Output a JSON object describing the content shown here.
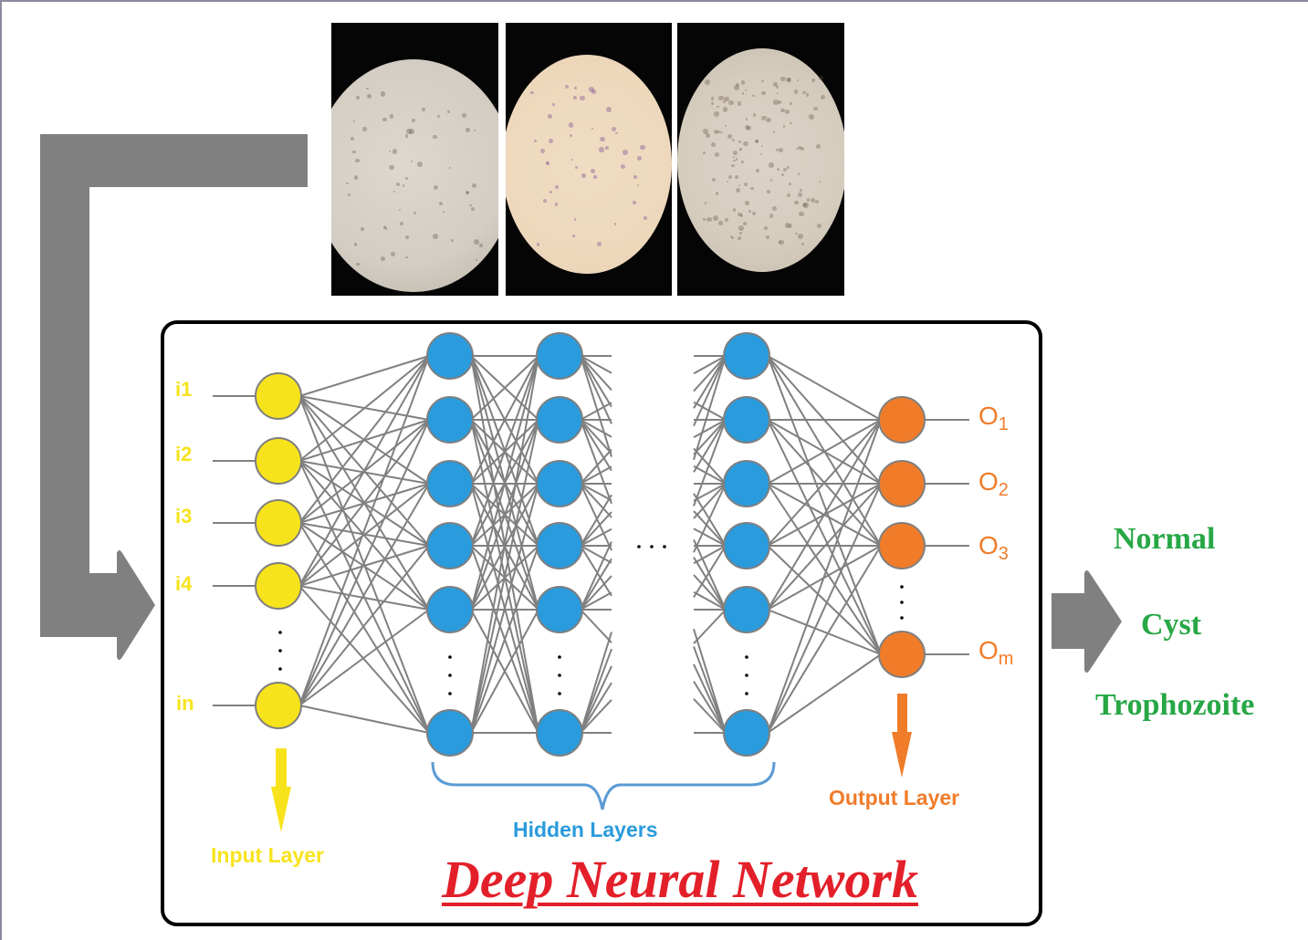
{
  "title": "Deep Neural Network",
  "colors": {
    "input": "#f7e31c",
    "hidden": "#2a9bdc",
    "output": "#f07c2a",
    "edge": "#808080",
    "node_stroke": "#7f7f7f",
    "arrow": "#808080",
    "title": "#e3202a",
    "classes": "#27a745",
    "frame": "#000000"
  },
  "microscope_images": [
    {
      "name": "sample-normal",
      "tint": "#d3cdc3"
    },
    {
      "name": "sample-cyst",
      "tint": "#eed8bc"
    },
    {
      "name": "sample-trophozoite",
      "tint": "#d6ccbe"
    }
  ],
  "input_layer": {
    "label": "Input Layer",
    "nodes": [
      "i1",
      "i2",
      "i3",
      "i4",
      "in"
    ]
  },
  "hidden_layers": {
    "label": "Hidden Layers",
    "visible_columns": 3,
    "nodes_per_column": 6,
    "ellipsis": "..."
  },
  "output_layer": {
    "label": "Output Layer",
    "nodes": [
      {
        "base": "O",
        "sub": "1"
      },
      {
        "base": "O",
        "sub": "2"
      },
      {
        "base": "O",
        "sub": "3"
      },
      {
        "base": "O",
        "sub": "m"
      }
    ]
  },
  "classes": [
    "Normal",
    "Cyst",
    "Trophozoite"
  ]
}
